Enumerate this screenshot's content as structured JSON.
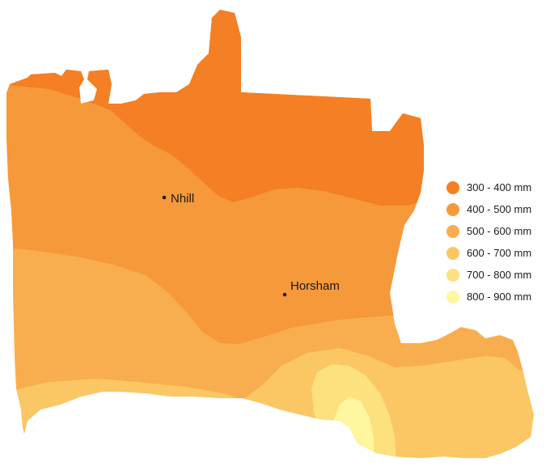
{
  "map": {
    "towns": [
      {
        "name": "Nhill"
      },
      {
        "name": "Horsham"
      }
    ]
  },
  "legend": {
    "items": [
      {
        "label": "300 - 400 mm",
        "color": "#f47f24"
      },
      {
        "label": "400 - 500 mm",
        "color": "#f5993a"
      },
      {
        "label": "500 - 600 mm",
        "color": "#f8ae4f"
      },
      {
        "label": "600 - 700 mm",
        "color": "#fbc765"
      },
      {
        "label": "700 - 800 mm",
        "color": "#fde17f"
      },
      {
        "label": "800 - 900 mm",
        "color": "#fff6a0"
      }
    ]
  }
}
